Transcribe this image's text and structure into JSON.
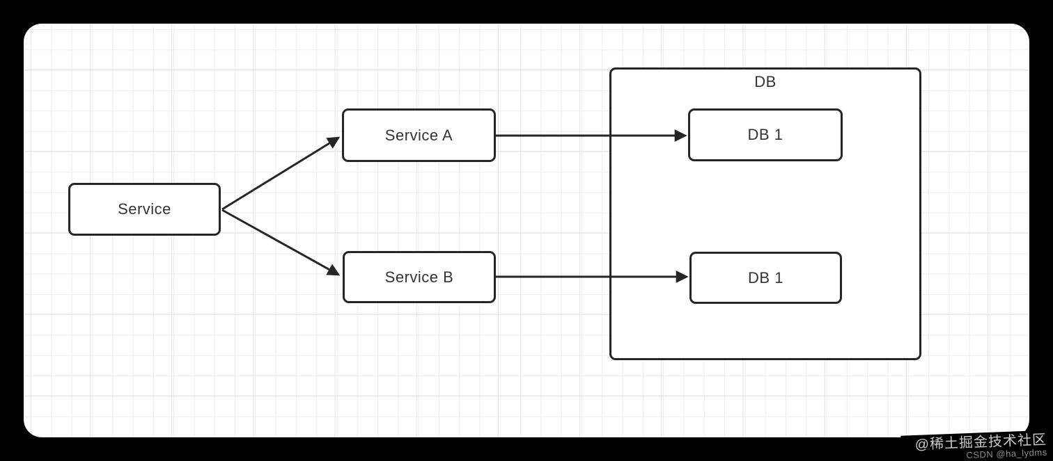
{
  "diagram": {
    "nodes": {
      "service": {
        "label": "Service"
      },
      "service_a": {
        "label": "Service A"
      },
      "service_b": {
        "label": "Service B"
      },
      "db_group": {
        "label": "DB"
      },
      "db1_top": {
        "label": "DB 1"
      },
      "db1_bottom": {
        "label": "DB 1"
      }
    },
    "edges": [
      {
        "from": "service",
        "to": "service_a"
      },
      {
        "from": "service",
        "to": "service_b"
      },
      {
        "from": "service_a",
        "to": "db1_top"
      },
      {
        "from": "service_b",
        "to": "db1_bottom"
      }
    ]
  },
  "watermark": {
    "line1": "@稀土掘金技术社区",
    "line2": "CSDN @ha_lydms"
  },
  "colors": {
    "frame": "#000000",
    "canvas": "#ffffff",
    "grid_minor": "#ededed",
    "grid_major": "#e3e3e3",
    "stroke": "#252525",
    "text": "#333333",
    "watermark_primary": "#c9c9c9",
    "watermark_secondary": "#8e8e8e"
  }
}
